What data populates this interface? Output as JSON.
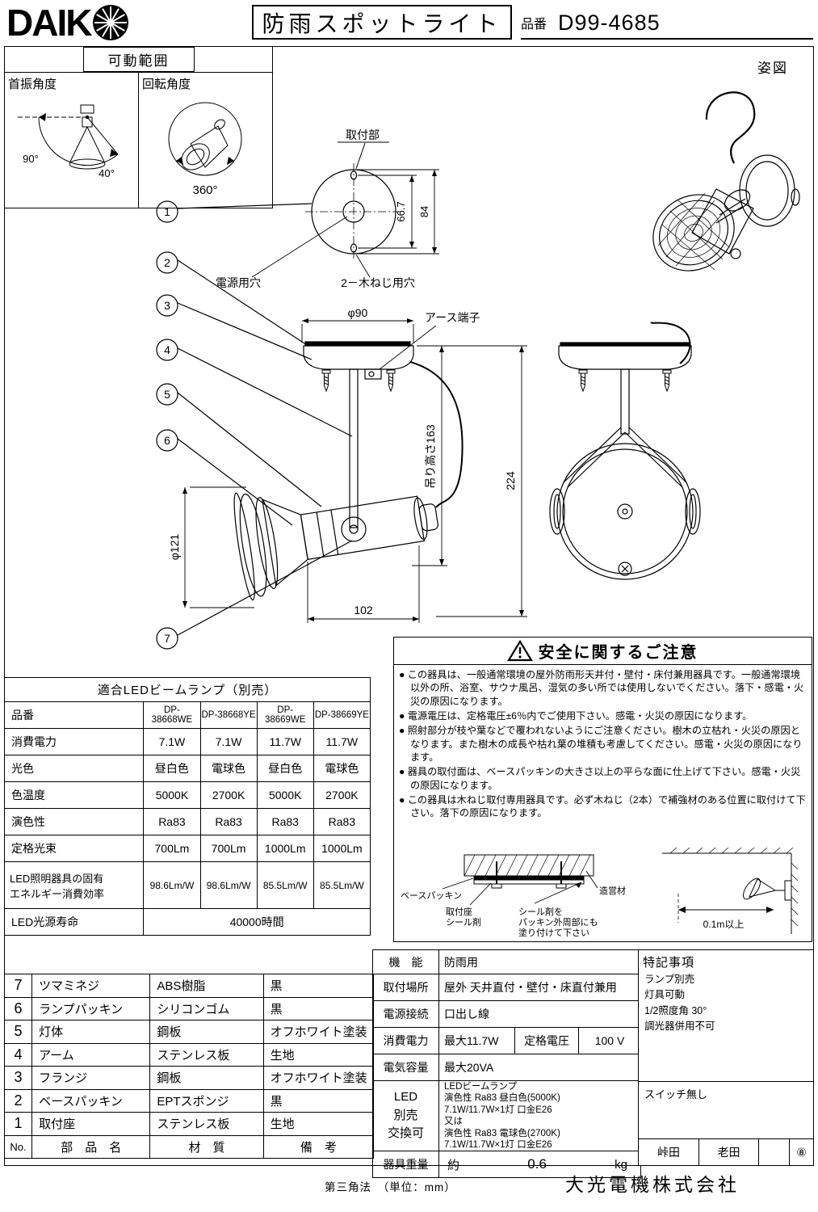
{
  "header": {
    "logo_text": "DAIK",
    "title": "防雨スポットライト",
    "part_label": "品番",
    "part_number": "D99-4685"
  },
  "movable": {
    "title": "可動範囲",
    "swing_label": "首振角度",
    "rotate_label": "回転角度",
    "deg90": "90°",
    "deg40": "40°",
    "deg360": "360°"
  },
  "appearance_label": "姿図",
  "drawing": {
    "mount_label": "取付部",
    "dim_667": "66.7",
    "dim_84": "84",
    "power_hole": "電源用穴",
    "wood_screw": "2－木ねじ用穴",
    "dia90": "φ90",
    "earth": "アース端子",
    "hang_height": "吊り高さ163",
    "dim_224": "224",
    "dia121": "φ121",
    "dim_102": "102",
    "callouts": [
      "1",
      "2",
      "3",
      "4",
      "5",
      "6",
      "7"
    ]
  },
  "lamp_table": {
    "title": "適合LEDビームランプ（別売）",
    "row_labels": [
      "品番",
      "消費電力",
      "光色",
      "色温度",
      "演色性",
      "定格光束",
      "LED照明器具の固有\nエネルギー消費効率",
      "LED光源寿命"
    ],
    "models": [
      "DP-38668WE",
      "DP-38668YE",
      "DP-38669WE",
      "DP-38669YE"
    ],
    "power": [
      "7.1W",
      "7.1W",
      "11.7W",
      "11.7W"
    ],
    "color": [
      "昼白色",
      "電球色",
      "昼白色",
      "電球色"
    ],
    "temp": [
      "5000K",
      "2700K",
      "5000K",
      "2700K"
    ],
    "cri": [
      "Ra83",
      "Ra83",
      "Ra83",
      "Ra83"
    ],
    "flux": [
      "700Lm",
      "700Lm",
      "1000Lm",
      "1000Lm"
    ],
    "efficiency": [
      "98.6Lm/W",
      "98.6Lm/W",
      "85.5Lm/W",
      "85.5Lm/W"
    ],
    "lifetime": "40000時間"
  },
  "safety": {
    "title": "安全に関するご注意",
    "bullets": [
      "● この器具は、一般通常環境の屋外防雨形天井付・壁付・床付兼用器具です。一般通常環境以外の所、浴室、サウナ風呂、湿気の多い所では使用しないでください。落下・感電・火災の原因になります。",
      "● 電源電圧は、定格電圧±6％内でご使用下さい。感電・火災の原因になります。",
      "● 照射部分が枝や葉などで覆われないようにご注意ください。樹木の立枯れ・火災の原因となります。また樹木の成長や枯れ葉の堆積も考慮してください。感電・火災の原因になります。",
      "● 器具の取付面は、ベースパッキンの大きさ以上の平らな面に仕上げて下さい。感電・火災の原因になります。",
      "● この器具は木ねじ取付専用器具です。必ず木ねじ（2本）で補強材のある位置に取付けて下さい。落下の原因になります。"
    ],
    "diagram": {
      "base_packing": "ベースパッキン",
      "seat": "取付座",
      "seat_seal": "シール剤",
      "seal_note1": "シール剤を",
      "seal_note2": "パッキン外周部にも",
      "seal_note3": "塗り付けて下さい",
      "material": "造営材",
      "clearance": "0.1m以上"
    }
  },
  "parts_table": {
    "rows": [
      {
        "no": "7",
        "name": "ツマミネジ",
        "material": "ABS樹脂",
        "note": "黒"
      },
      {
        "no": "6",
        "name": "ランプパッキン",
        "material": "シリコンゴム",
        "note": "黒"
      },
      {
        "no": "5",
        "name": "灯体",
        "material": "鋼板",
        "note": "オフホワイト塗装"
      },
      {
        "no": "4",
        "name": "アーム",
        "material": "ステンレス板",
        "note": "生地"
      },
      {
        "no": "3",
        "name": "フランジ",
        "material": "鋼板",
        "note": "オフホワイト塗装"
      },
      {
        "no": "2",
        "name": "ベースパッキン",
        "material": "EPTスポンジ",
        "note": "黒"
      },
      {
        "no": "1",
        "name": "取付座",
        "material": "ステンレス板",
        "note": "生地"
      }
    ],
    "header": {
      "no": "No.",
      "name": "部　品　名",
      "material": "材　質",
      "note": "備　考"
    }
  },
  "spec_table": {
    "function_label": "機　能",
    "function_value": "防雨用",
    "location_label": "取付場所",
    "location_value": "屋外 天井直付・壁付・床直付兼用",
    "connection_label": "電源接続",
    "connection_value": "口出し線",
    "power_label": "消費電力",
    "power_value": "最大11.7W",
    "voltage_label": "定格電圧",
    "voltage_value": "100 V",
    "capacity_label": "電気容量",
    "capacity_value": "最大20VA",
    "led_label": "LED\n別売\n交換可",
    "led_value": "LEDビームランプ\n演色性 Ra83 昼白色(5000K)\n7.1W/11.7W×1灯 口金E26\n又は\n演色性 Ra83 電球色(2700K)\n7.1W/11.7W×1灯 口金E26",
    "weight_label": "器具重量",
    "weight_approx": "約",
    "weight_value": "0.6",
    "weight_unit": "kg"
  },
  "notes": {
    "title": "特記事項",
    "items": [
      "ランプ別売",
      "灯具可動",
      "1/2照度角 30°",
      "調光器併用不可"
    ],
    "switch_note": "スイッチ無し",
    "approver1": "峠田",
    "approver2": "老田",
    "sheet_mark": "⑧"
  },
  "footer": {
    "projection": "第三角法　（単位：mm）",
    "company": "大光電機株式会社"
  }
}
